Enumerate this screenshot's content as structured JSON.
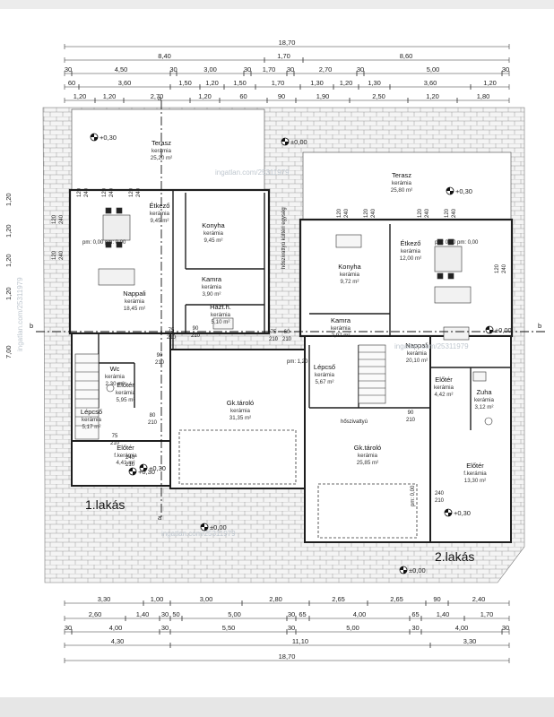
{
  "dimensions": {
    "top": {
      "row1": [
        "18,70"
      ],
      "row2": [
        "8,40",
        "1,70",
        "8,60"
      ],
      "row3": [
        "30",
        "4,50",
        "30",
        "3,00",
        "30",
        "1,70",
        "30",
        "2,70",
        "30",
        "5,00",
        "30"
      ],
      "row4": [
        "60",
        "3,60",
        "1,50",
        "1,20",
        "1,50",
        "1,70",
        "1,30",
        "1,20",
        "1,30",
        "3,60",
        "1,20"
      ],
      "row5": [
        "1,20",
        "1,20",
        "2,70",
        "1,20",
        "60",
        "90",
        "1,90",
        "2,50",
        "1,20",
        "1,80"
      ]
    },
    "bottom": {
      "row1": [
        "3,30",
        "1,00",
        "3,00",
        "2,80",
        "2,65",
        "2,65",
        "90",
        "2,40"
      ],
      "row2": [
        "2,60",
        "1,40",
        "30",
        "50",
        "5,00",
        "30",
        "65",
        "4,00",
        "65",
        "1,40",
        "1,70"
      ],
      "row3": [
        "30",
        "4,00",
        "30",
        "5,50",
        "30",
        "5,00",
        "30",
        "4,00",
        "30"
      ],
      "row4": [
        "4,30",
        "11,10",
        "3,30"
      ],
      "row5": [
        "18,70"
      ]
    },
    "left": [
      "7,00",
      "1,20",
      "1,20",
      "1,20",
      "1,20"
    ],
    "openings": [
      "120",
      "240",
      "120",
      "240",
      "120",
      "240",
      "120",
      "240",
      "120",
      "240",
      "120",
      "240",
      "120",
      "240",
      "120",
      "240",
      "120",
      "240",
      "120",
      "240"
    ],
    "doors": [
      "75",
      "210",
      "90",
      "210",
      "90",
      "210",
      "75",
      "210",
      "60",
      "210",
      "80",
      "210",
      "75",
      "210",
      "90",
      "210",
      "240",
      "210",
      "240",
      "210"
    ]
  },
  "rooms": [
    {
      "name": "Terasz",
      "material": "kerámia",
      "area": "25,20 m²"
    },
    {
      "name": "Terasz",
      "material": "kerámia",
      "area": "25,80 m²"
    },
    {
      "name": "Étkező",
      "material": "kerámia",
      "area": "9,45 m²"
    },
    {
      "name": "Konyha",
      "material": "kerámia",
      "area": "9,45 m²"
    },
    {
      "name": "Kamra",
      "material": "kerámia",
      "area": "3,90 m²"
    },
    {
      "name": "Házt.h.",
      "material": "kerámia",
      "area": "5,10 m²"
    },
    {
      "name": "Nappali",
      "material": "kerámia",
      "area": "18,45 m²"
    },
    {
      "name": "Wc",
      "material": "kerámia",
      "area": "2,30 m²"
    },
    {
      "name": "Előtér",
      "material": "kerámia",
      "area": "5,95 m²"
    },
    {
      "name": "Lépcső",
      "material": "kerámia",
      "area": "5,17 m²"
    },
    {
      "name": "Gk.tároló",
      "material": "kerámia",
      "area": "31,35 m²"
    },
    {
      "name": "Előtér",
      "material": "f.kerámia",
      "area": "4,41 m²"
    },
    {
      "name": "Konyha",
      "material": "kerámia",
      "area": "9,72 m²"
    },
    {
      "name": "Étkező",
      "material": "kerámia",
      "area": "12,00 m²"
    },
    {
      "name": "Kamra",
      "material": "kerámia",
      "area": "2,97 m²"
    },
    {
      "name": "Lépcső",
      "material": "kerámia",
      "area": "5,67 m²"
    },
    {
      "name": "Nappali",
      "material": "kerámia",
      "area": "20,10 m²"
    },
    {
      "name": "Előtér",
      "material": "kerámia",
      "area": "4,42 m²"
    },
    {
      "name": "Zuha",
      "material": "kerámia",
      "area": "3,12 m²"
    },
    {
      "name": "Gk.tároló",
      "material": "kerámia",
      "area": "25,85 m²"
    },
    {
      "name": "Előtér",
      "material": "f.kerámia",
      "area": "13,30 m²"
    }
  ],
  "levels": [
    "+0,30",
    "±0,00",
    "+0,30",
    "+0,30",
    "±0,00",
    "+0,30",
    "±0,00",
    "+0,30",
    "±0,00"
  ],
  "annotations": {
    "pm_left": "pm: 0,00   pm: 0,00",
    "pm_right": "pm: 0,00   pm: 0,00",
    "pm_mid": "pm: 1,20",
    "hoszivattyu": "hőszivattyú",
    "hoszivattyu_vertical": "hőszivattyú kültéri egység",
    "section_a": "a",
    "section_b": "b",
    "sill": "pm: 0,00"
  },
  "units": {
    "unit1": "1.lakás",
    "unit2": "2.lakás"
  },
  "watermarks": [
    "ingatlan.com/25311979",
    "ingatlan.com/25311979",
    "ingatlan.com/25311979",
    "ingatlan.com/25311979"
  ],
  "colors": {
    "paving_line": "#9a9a9a",
    "wall": "#1e1e1e",
    "dim_line": "#333333",
    "watermark": "#bfc7cf"
  }
}
